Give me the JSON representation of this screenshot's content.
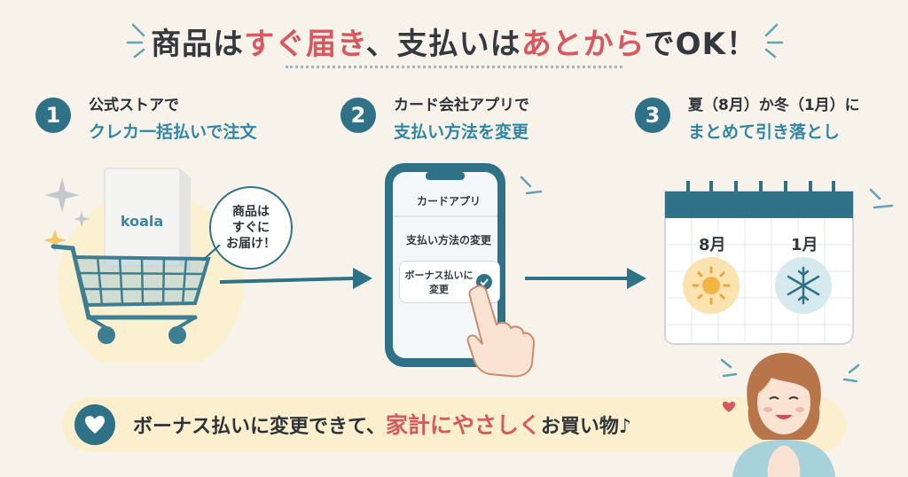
{
  "header": {
    "title_part1": "商品は",
    "title_part2": "すぐ届き",
    "title_part3": "、支払いは",
    "title_part4": "あとから",
    "title_part5": "でOK！"
  },
  "steps": [
    {
      "number": "1",
      "line1": "公式ストアで",
      "line2": "クレカ一括払いで注文"
    },
    {
      "number": "2",
      "line1": "カード会社アプリで",
      "line2": "支払い方法を変更"
    },
    {
      "number": "3",
      "line1": "夏（8月）か冬（1月）に",
      "line2": "まとめて引き落とし"
    }
  ],
  "product_box_label": "koala",
  "speech_bubble": {
    "line1": "商品は",
    "line2": "すぐに",
    "line3": "お届け！"
  },
  "phone": {
    "app_title": "カードアプリ",
    "menu_label": "支払い方法の変更",
    "option_line1": "ボーナス払いに",
    "option_line2": "変更"
  },
  "calendar": {
    "month_summer": "8月",
    "month_winter": "1月"
  },
  "banner": {
    "text_part1": "ボーナス払いに変更できて、",
    "text_highlight": "家計にやさしく",
    "text_part2": "お買い物♪"
  },
  "colors": {
    "accent_teal": "#2f7288",
    "highlight_red": "#d9575f",
    "banner_bg": "#fbefcd",
    "page_bg": "#f8f3ea"
  },
  "icons": [
    "heart-icon",
    "check-icon",
    "sun-icon",
    "snowflake-icon",
    "shopping-cart-icon",
    "arrow-right-icon",
    "sparkle-icon"
  ]
}
